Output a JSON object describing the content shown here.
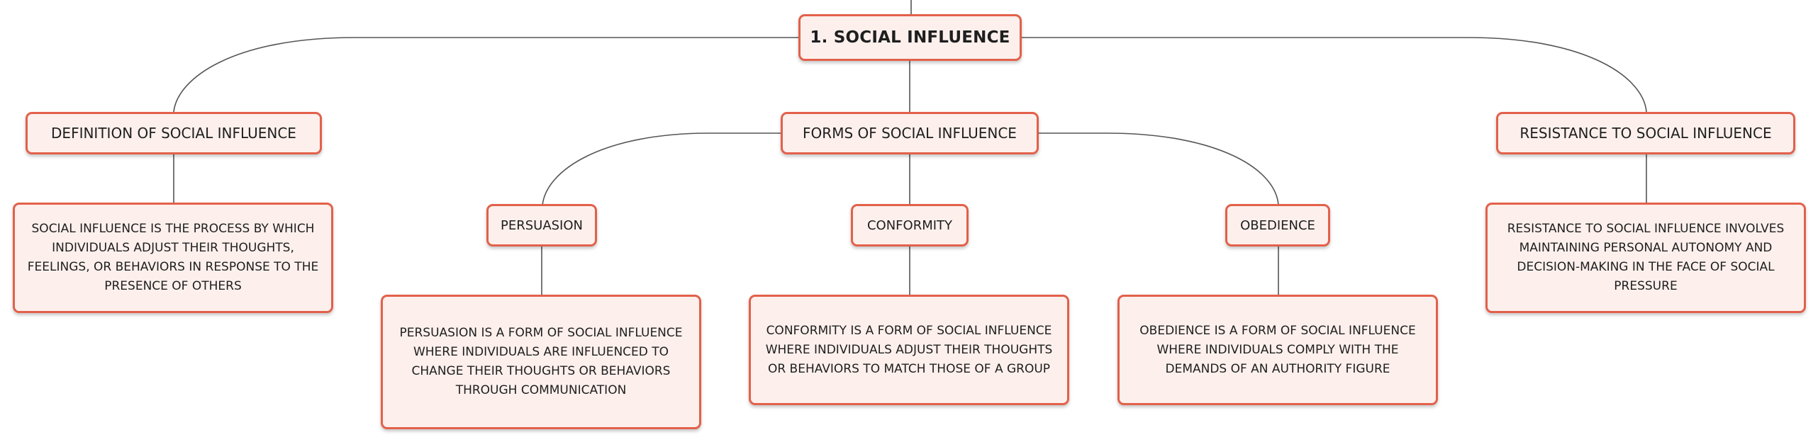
{
  "root": {
    "label": "1. SOCIAL INFLUENCE"
  },
  "definition": {
    "label": "DEFINITION OF SOCIAL INFLUENCE",
    "description": "SOCIAL INFLUENCE IS THE PROCESS BY WHICH INDIVIDUALS ADJUST THEIR THOUGHTS, FEELINGS, OR BEHAVIORS IN RESPONSE TO THE PRESENCE OF OTHERS"
  },
  "forms": {
    "label": "FORMS OF SOCIAL INFLUENCE",
    "persuasion": {
      "label": "PERSUASION",
      "description": "PERSUASION IS A FORM OF SOCIAL INFLUENCE WHERE INDIVIDUALS ARE INFLUENCED TO CHANGE THEIR THOUGHTS OR BEHAVIORS THROUGH COMMUNICATION"
    },
    "conformity": {
      "label": "CONFORMITY",
      "description": "CONFORMITY IS A FORM OF SOCIAL INFLUENCE WHERE INDIVIDUALS ADJUST THEIR THOUGHTS OR BEHAVIORS TO MATCH THOSE OF A GROUP"
    },
    "obedience": {
      "label": "OBEDIENCE",
      "description": "OBEDIENCE IS A FORM OF SOCIAL INFLUENCE WHERE INDIVIDUALS COMPLY WITH THE DEMANDS OF AN AUTHORITY FIGURE"
    }
  },
  "resistance": {
    "label": "RESISTANCE TO SOCIAL INFLUENCE",
    "description": "RESISTANCE TO SOCIAL INFLUENCE INVOLVES MAINTAINING PERSONAL AUTONOMY AND DECISION-MAKING IN THE FACE OF SOCIAL PRESSURE"
  },
  "colors": {
    "node_fill": "#fdf0ec",
    "node_border": "#e3604a",
    "connector": "#555555",
    "text": "#1e1e1e"
  }
}
